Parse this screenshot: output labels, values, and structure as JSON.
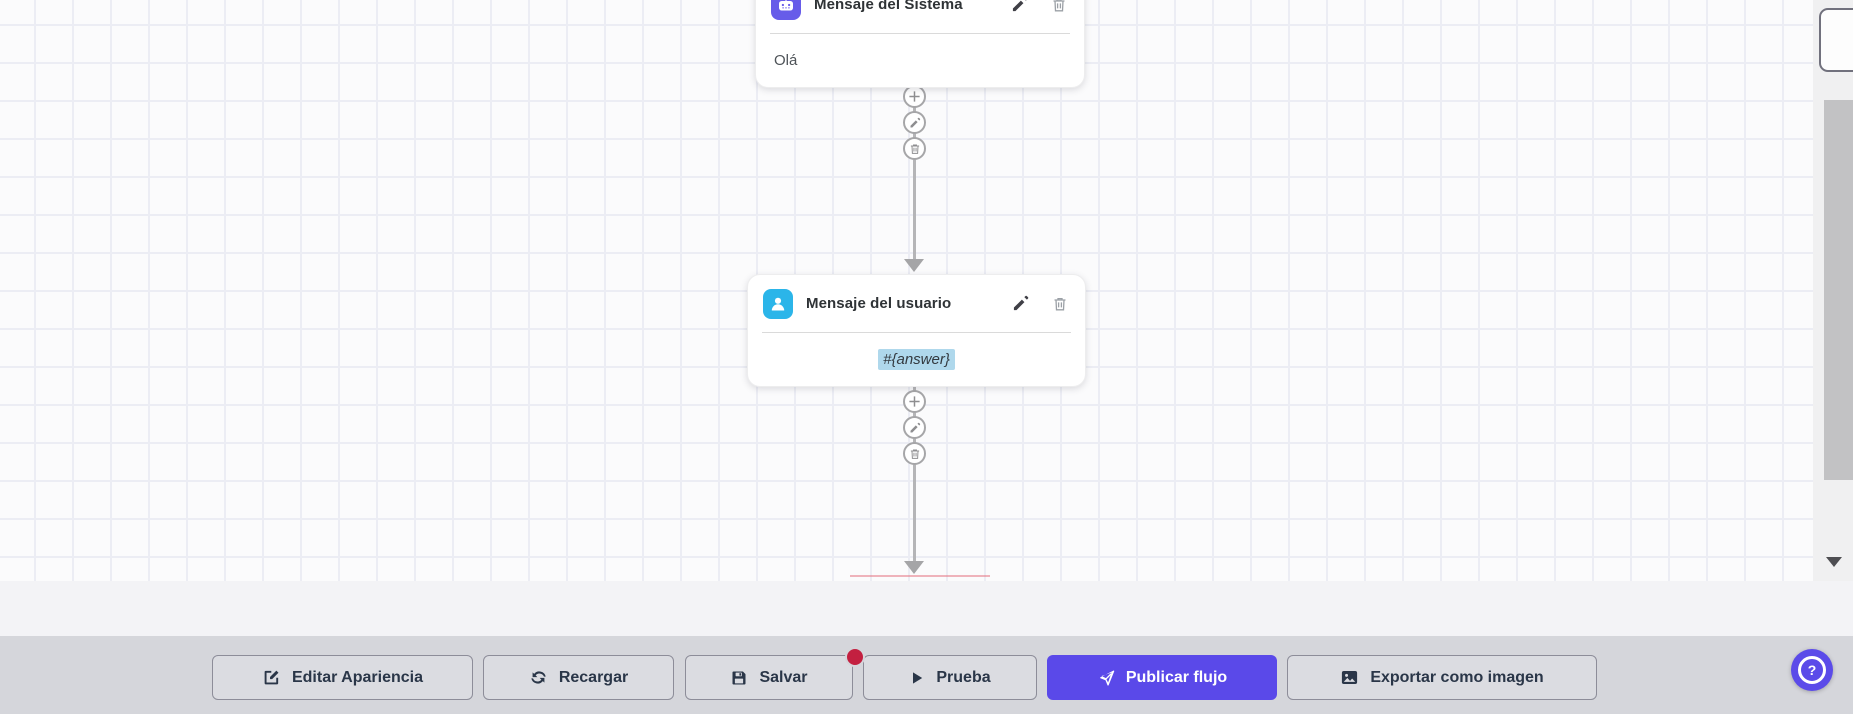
{
  "colors": {
    "accent_purple": "#5A49E9",
    "system_node_icon": "#675CE9",
    "user_node_icon": "#2BB5E9",
    "unsaved_badge_red": "#C32040",
    "variable_highlight_blue": "#AFD8EC",
    "toolbar_background": "#D5D6DB"
  },
  "canvas": {
    "nodes": [
      {
        "title": "Mensaje del Sistema",
        "content": "Olá",
        "icon": "robot-icon"
      },
      {
        "title": "Mensaje del usuario",
        "content": "#{answer}",
        "icon": "user-icon"
      }
    ],
    "node_actions": [
      "edit-icon",
      "trash-icon"
    ],
    "step_actions": [
      "plus-icon",
      "pencil-icon",
      "trash-icon"
    ]
  },
  "toolbar": {
    "buttons": [
      {
        "label": "Editar Apariencia",
        "icon": "edit-icon"
      },
      {
        "label": "Recargar",
        "icon": "refresh-icon"
      },
      {
        "label": "Salvar",
        "icon": "save-icon",
        "badge": true
      },
      {
        "label": "Prueba",
        "icon": "play-icon"
      },
      {
        "label": "Publicar flujo",
        "icon": "send-icon",
        "primary": true
      },
      {
        "label": "Exportar como imagen",
        "icon": "image-icon"
      }
    ]
  },
  "help": {
    "label": "?"
  }
}
